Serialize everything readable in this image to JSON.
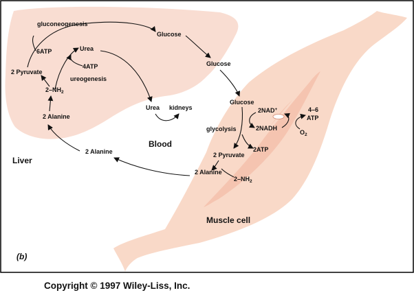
{
  "figure": {
    "panel_label": "(b)",
    "copyright": "Copyright © 1997 Wiley-Liss, Inc.",
    "colors": {
      "liver": "#f9ddd2",
      "muscle": "#f9d9c8",
      "muscle_band": "#f2b39c",
      "frame": "#000000"
    }
  },
  "regions": {
    "liver": "Liver",
    "blood": "Blood",
    "muscle": "Muscle cell"
  },
  "liver": {
    "gluconeogenesis": "gluconeogenesis",
    "atp6": "6ATP",
    "urea": "Urea",
    "atp4": "4ATP",
    "pyruvate2": "2 Pyruvate",
    "ureogenesis": "ureogenesis",
    "nh2_base": "2–NH",
    "nh2_sub": "2",
    "alanine2": "2 Alanine"
  },
  "blood": {
    "glucose_top": "Glucose",
    "glucose_mid": "Glucose",
    "urea": "Urea",
    "kidneys": "kidneys",
    "alanine2": "2 Alanine"
  },
  "muscle": {
    "glucose": "Glucose",
    "nad_base": "2NAD",
    "nad_sup": "+",
    "nadh": "2NADH",
    "atp_46_line1": "4–6",
    "atp_46_line2": "ATP",
    "o2_base": "O",
    "o2_sub": "2",
    "glycolysis": "glycolysis",
    "atp2": "2ATP",
    "pyruvate2": "2 Pyruvate",
    "alanine2": "2 Alanine",
    "nh2_base": "2–NH",
    "nh2_sub": "2"
  }
}
